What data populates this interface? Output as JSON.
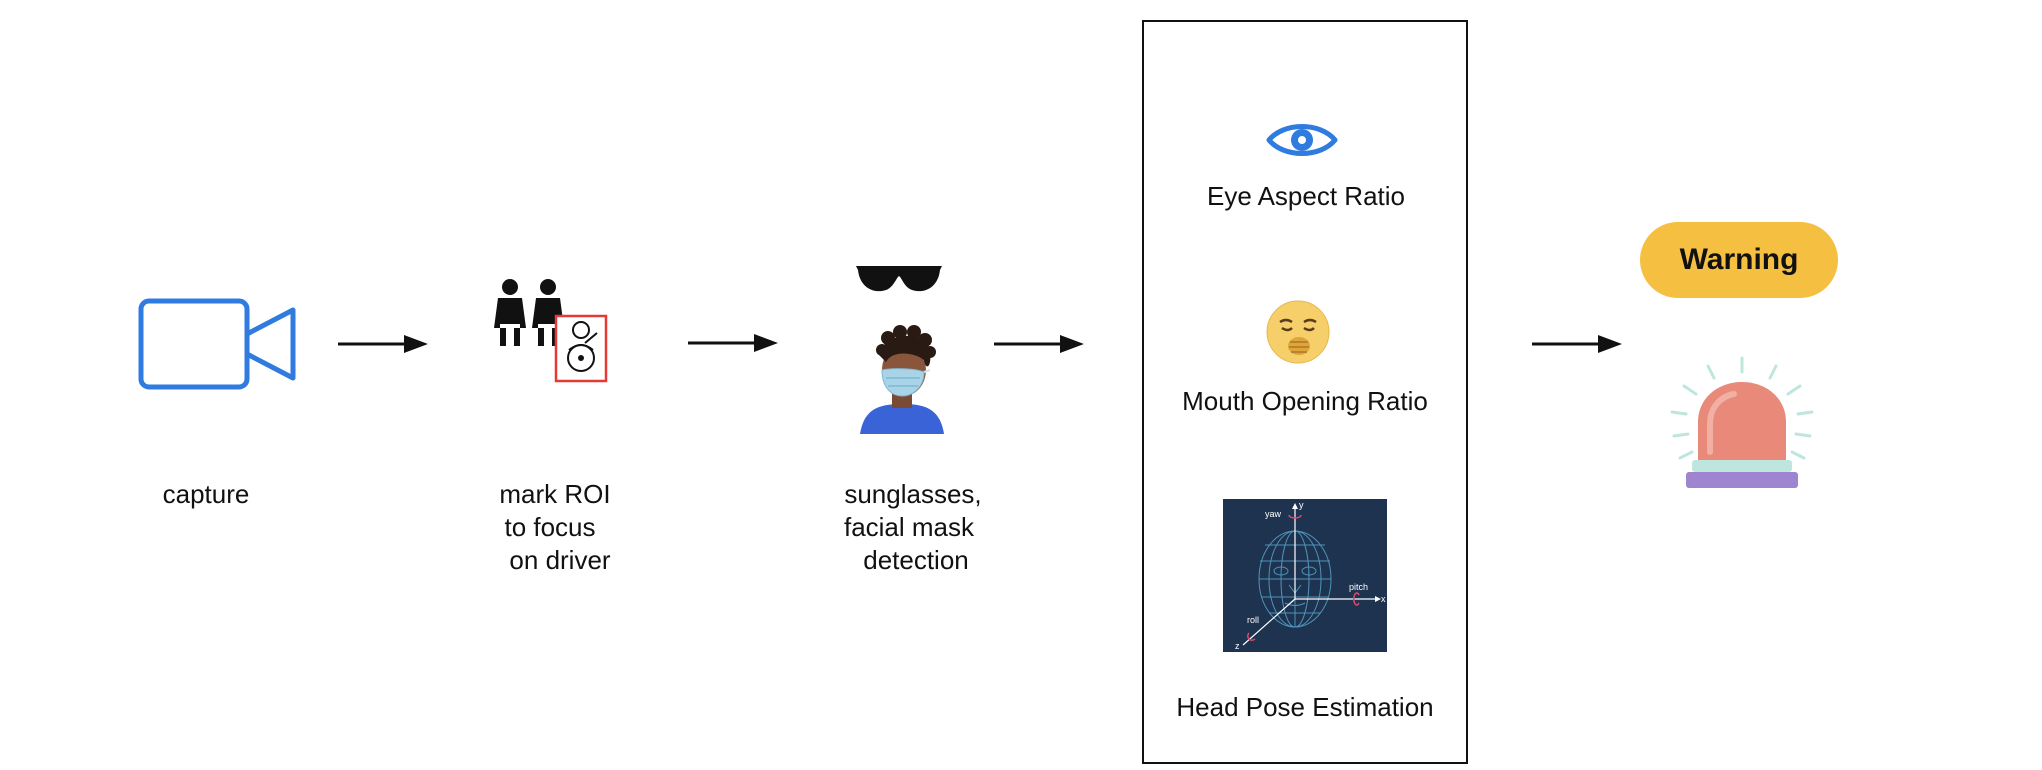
{
  "steps": {
    "capture": {
      "label": "capture",
      "icon": "video-camera-icon"
    },
    "roi": {
      "lines": [
        "mark ROI",
        "to focus",
        "on driver"
      ],
      "icon": "driver-roi-icon"
    },
    "detection": {
      "lines": [
        "sunglasses,",
        "facial mask",
        "detection"
      ],
      "icons": [
        "sunglasses-icon",
        "masked-person-icon"
      ]
    }
  },
  "features": {
    "eye": {
      "label": "Eye Aspect Ratio",
      "icon": "eye-icon"
    },
    "mouth": {
      "label": "Mouth Opening Ratio",
      "icon": "yawning-face-icon"
    },
    "head": {
      "label": "Head Pose Estimation",
      "icon": "head-pose-image",
      "axes": {
        "yaw": "yaw",
        "pitch": "pitch",
        "roll": "roll",
        "x": "x",
        "y": "y",
        "z": "z"
      }
    }
  },
  "output": {
    "warning": "Warning",
    "icon": "siren-icon"
  },
  "colors": {
    "accent": "#2f7be0",
    "warning": "#f5bf42",
    "roi_box": "#e53935",
    "siren": "#e8897a"
  }
}
